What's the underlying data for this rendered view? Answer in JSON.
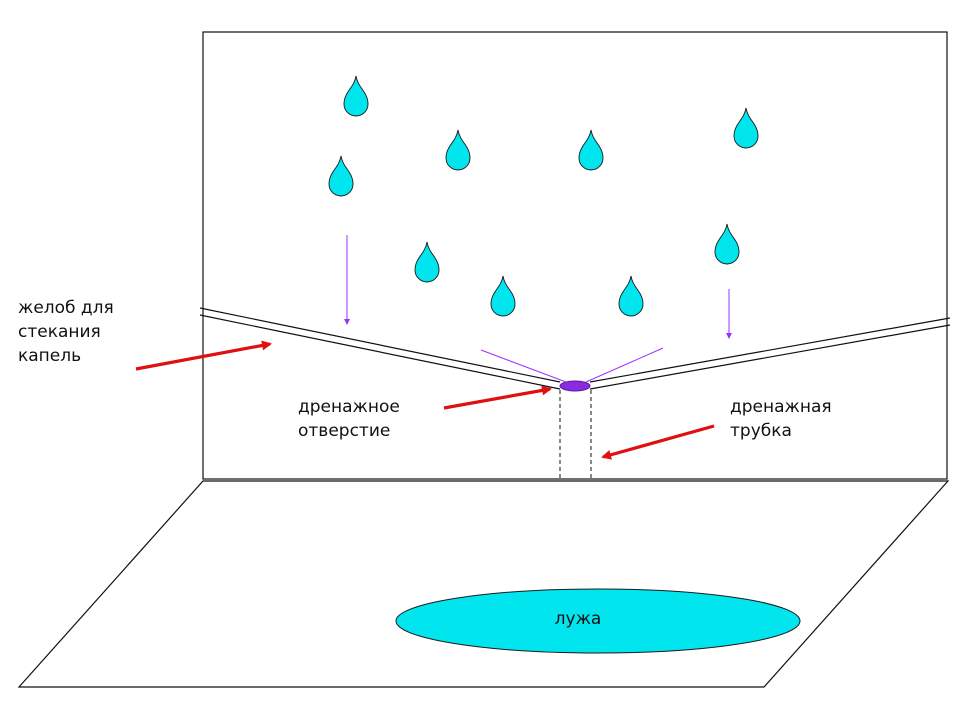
{
  "labels": {
    "gutter": [
      "желоб для",
      "стекания",
      "капель"
    ],
    "drain_hole": [
      "дренажное",
      "отверстие"
    ],
    "drain_pipe": [
      "дренажная",
      "трубка"
    ],
    "puddle": "лужа"
  },
  "icons": {
    "drop": "water-drop-icon",
    "arrow": "red-pointer-arrow"
  },
  "colors": {
    "water": "#00e5ee",
    "pointer_arrow": "#e01010",
    "flow_lines": "#9b30ff",
    "drain_hole": "#8a2be2",
    "outline": "#111111"
  }
}
